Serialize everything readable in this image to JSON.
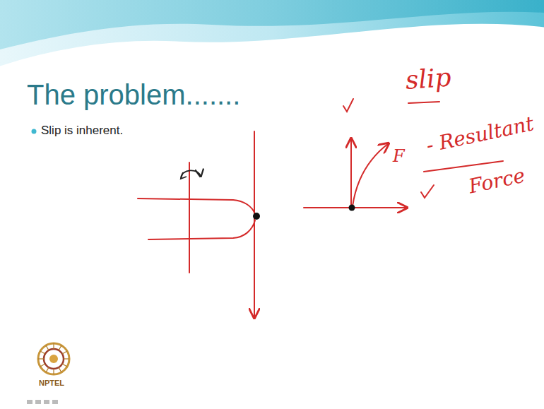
{
  "diagram": {
    "title": "The problem.......",
    "labels": [
      "Slip is inherent.",
      "slip",
      "F",
      "- Resultant",
      "Force",
      "NPTEL"
    ]
  }
}
